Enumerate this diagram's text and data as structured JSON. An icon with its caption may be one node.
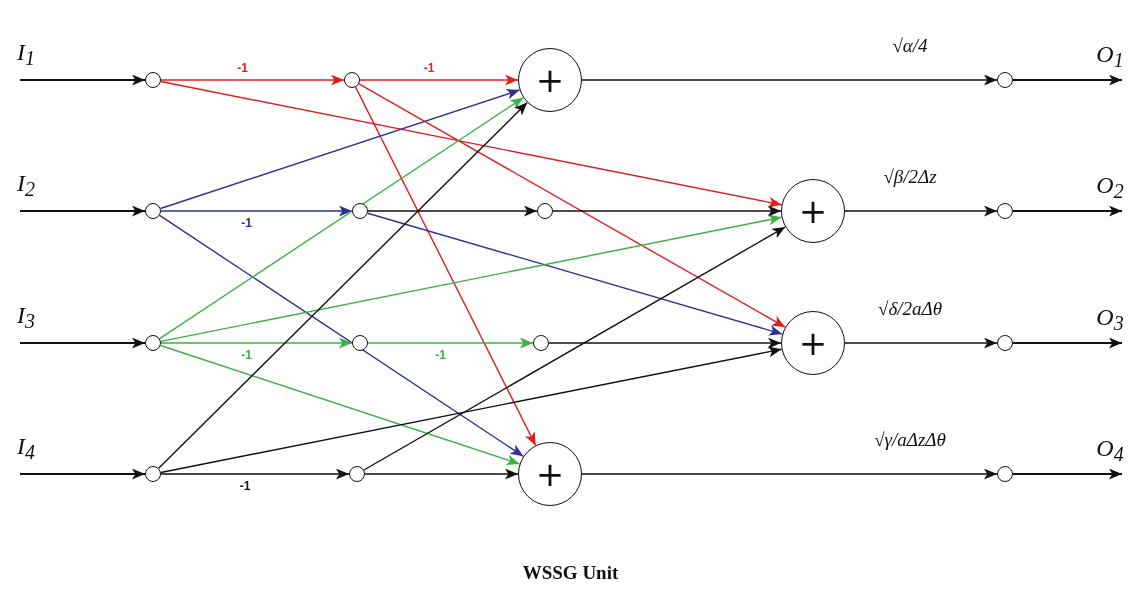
{
  "diagram": {
    "caption": "WSSG Unit",
    "nodes": [
      {
        "text": [],
        "shape": "circle"
      },
      {
        "text": [],
        "shape": "circle"
      },
      {
        "text": [],
        "shape": "circle"
      },
      {
        "text": [],
        "shape": "circle"
      },
      {
        "text": [],
        "shape": "circle"
      },
      {
        "text": [],
        "shape": "circle"
      },
      {
        "text": [],
        "shape": "circle"
      },
      {
        "text": [],
        "shape": "circle"
      },
      {
        "text": [
          "+"
        ]
      },
      {
        "text": [],
        "shape": "circle"
      },
      {
        "text": [],
        "shape": "circle"
      },
      {
        "text": [
          "+"
        ]
      },
      {
        "text": [
          "+"
        ]
      },
      {
        "text": [
          "+"
        ]
      },
      {
        "text": [],
        "shape": "circle"
      },
      {
        "text": [],
        "shape": "circle"
      },
      {
        "text": [],
        "shape": "circle"
      },
      {
        "text": [],
        "shape": "circle"
      }
    ],
    "edges": [
      {
        "from": null,
        "to": 0,
        "arrow": "to",
        "label": "I$_{1}$"
      },
      {
        "from": null,
        "to": 1,
        "arrow": "to",
        "label": "I$_{2}$"
      },
      {
        "from": null,
        "to": 2,
        "arrow": "to",
        "label": "I$_{3}$"
      },
      {
        "from": null,
        "to": 3,
        "arrow": "to",
        "label": "I$_{4}$"
      },
      {
        "from": 0,
        "to": 4,
        "arrow": "to",
        "label": "-1",
        "color": "#e02020"
      },
      {
        "from": 4,
        "to": 8,
        "arrow": "to",
        "label": "-1",
        "color": "#e02020"
      },
      {
        "from": 0,
        "to": 12,
        "arrow": "to",
        "color": "#e02020"
      },
      {
        "from": 4,
        "to": 13,
        "arrow": "to",
        "color": "#e02020"
      },
      {
        "from": 4,
        "to": 11,
        "arrow": "to",
        "color": "#e02020"
      },
      {
        "from": 1,
        "to": 8,
        "arrow": "to",
        "color": "#2e3192"
      },
      {
        "from": 1,
        "to": 5,
        "arrow": "to",
        "label": "-1",
        "color": "#2e3192"
      },
      {
        "from": 1,
        "to": 11,
        "arrow": "to",
        "color": "#2e3192"
      },
      {
        "from": 5,
        "to": 13,
        "arrow": "to",
        "color": "#2e3192"
      },
      {
        "from": 2,
        "to": 8,
        "arrow": "to",
        "color": "#3cb043"
      },
      {
        "from": 2,
        "to": 12,
        "arrow": "to",
        "color": "#3cb043"
      },
      {
        "from": 2,
        "to": 6,
        "arrow": "to",
        "label": "-1",
        "color": "#3cb043"
      },
      {
        "from": 2,
        "to": 11,
        "arrow": "to",
        "color": "#3cb043"
      },
      {
        "from": 6,
        "to": 10,
        "arrow": "to",
        "label": "-1",
        "color": "#3cb043"
      },
      {
        "from": 3,
        "to": 8,
        "arrow": "to"
      },
      {
        "from": 3,
        "to": 13,
        "arrow": "to"
      },
      {
        "from": 3,
        "to": 7,
        "arrow": "to",
        "label": "-1"
      },
      {
        "from": 7,
        "to": 12,
        "arrow": "to"
      },
      {
        "from": 7,
        "to": 11,
        "arrow": "to"
      },
      {
        "from": 5,
        "to": 9,
        "arrow": "to"
      },
      {
        "from": 9,
        "to": 12,
        "arrow": "to"
      },
      {
        "from": 10,
        "to": 13,
        "arrow": "to"
      },
      {
        "from": 8,
        "to": 14,
        "arrow": "to",
        "label": "√α/4"
      },
      {
        "from": 12,
        "to": 15,
        "arrow": "to",
        "label": "√β/2Δz"
      },
      {
        "from": 13,
        "to": 16,
        "arrow": "to",
        "label": "√δ/2aΔθ"
      },
      {
        "from": 11,
        "to": 17,
        "arrow": "to",
        "label": "√γ/aΔzΔθ"
      },
      {
        "from": 14,
        "to": null,
        "arrow": "to",
        "label": "O$_{1}$"
      },
      {
        "from": 15,
        "to": null,
        "arrow": "to",
        "label": "O$_{2}$"
      },
      {
        "from": 16,
        "to": null,
        "arrow": "to",
        "label": "O$_{3}$"
      },
      {
        "from": 17,
        "to": null,
        "arrow": "to",
        "label": "O$_{4}$"
      }
    ]
  }
}
